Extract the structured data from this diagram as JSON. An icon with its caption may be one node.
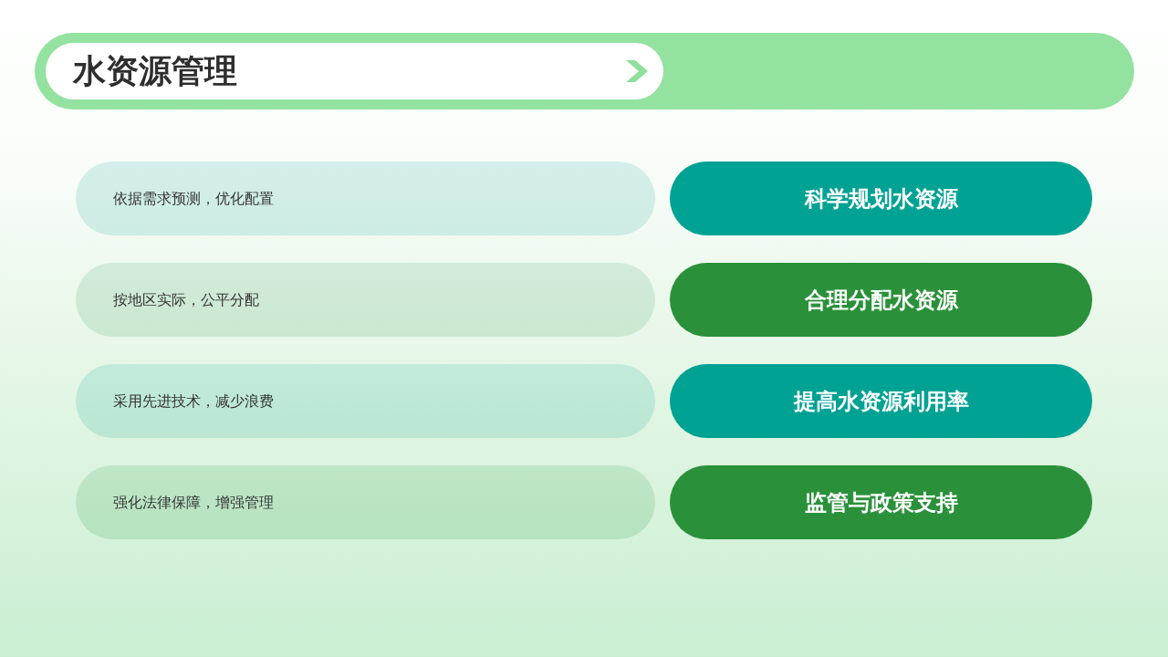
{
  "diagram": {
    "title": "水资源管理",
    "nodes": [
      {
        "text": [
          "依据需求预测，优化配置"
        ]
      },
      {
        "text": [
          "科学规划水资源"
        ]
      },
      {
        "text": [
          "按地区实际，公平分配"
        ]
      },
      {
        "text": [
          "合理分配水资源"
        ]
      },
      {
        "text": [
          "采用先进技术，减少浪费"
        ]
      },
      {
        "text": [
          "提高水资源利用率"
        ]
      },
      {
        "text": [
          "强化法律保障，增强管理"
        ]
      },
      {
        "text": [
          "监管与政策支持"
        ]
      }
    ]
  }
}
